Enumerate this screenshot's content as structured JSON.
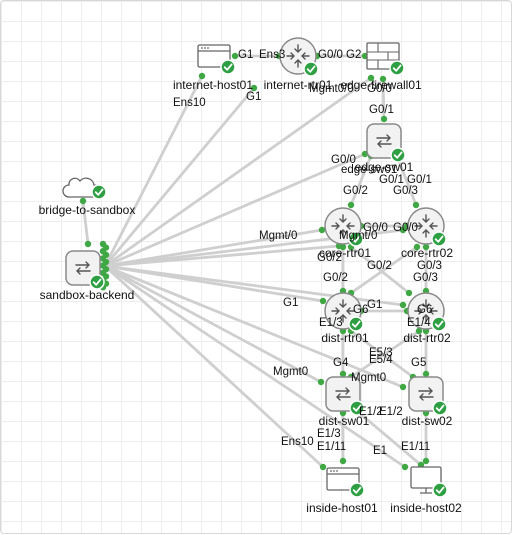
{
  "colors": {
    "link": "#cfcfcf",
    "port_dot": "#3fa845",
    "status_ok": "#2ea043",
    "device_fill": "#f2f2f2",
    "device_stroke": "#8a8a8a",
    "grid": "#eeeeee"
  },
  "nodes": [
    {
      "id": "internet-host01",
      "label": "internet-host01",
      "icon": "server-icon"
    },
    {
      "id": "internet-rtr01",
      "label": "internet-rtr01",
      "icon": "router-icon"
    },
    {
      "id": "edge-firewall01",
      "label": "edge-firewall01",
      "icon": "firewall-icon"
    },
    {
      "id": "edge-sw01",
      "label": "edge-sw01",
      "icon": "switch-icon"
    },
    {
      "id": "bridge-to-sandbox",
      "label": "bridge-to-sandbox",
      "icon": "cloud-icon"
    },
    {
      "id": "sandbox-backend",
      "label": "sandbox-backend",
      "icon": "switch-icon"
    },
    {
      "id": "core-rtr01",
      "label": "core-rtr01",
      "icon": "router-icon"
    },
    {
      "id": "core-rtr02",
      "label": "core-rtr02",
      "icon": "router-icon"
    },
    {
      "id": "dist-rtr01",
      "label": "dist-rtr01",
      "icon": "router-icon"
    },
    {
      "id": "dist-rtr02",
      "label": "dist-rtr02",
      "icon": "router-icon"
    },
    {
      "id": "dist-sw01",
      "label": "dist-sw01",
      "icon": "switch-icon"
    },
    {
      "id": "dist-sw02",
      "label": "dist-sw02",
      "icon": "switch-icon"
    },
    {
      "id": "inside-host01",
      "label": "inside-host01",
      "icon": "server-icon"
    },
    {
      "id": "inside-host02",
      "label": "inside-host02",
      "icon": "desktop-icon"
    }
  ],
  "port_labels": [
    "G1",
    "Ens3",
    "G0/0",
    "G2",
    "Mgmt0/0",
    "G0/0",
    "Ens10",
    "G1",
    "G0/1",
    "G0/0",
    "edge-sw01",
    "G0/1",
    "G0/1",
    "G0/2",
    "G0/3",
    "G0/0",
    "G0/0",
    "Mgmt/0",
    "Mgmt/0",
    "G0/2",
    "G0/2",
    "G0/3",
    "G0/2",
    "G0/3",
    "G1",
    "G1",
    "G6",
    "G6",
    "E1/3",
    "E1/4",
    "G4",
    "G5",
    "E5/3",
    "E5/4",
    "Mgmt0",
    "Mgmt0",
    "E1/2",
    "E1/2",
    "E1/3",
    "E1/11",
    "E1/11",
    "E1",
    "Ens10"
  ]
}
